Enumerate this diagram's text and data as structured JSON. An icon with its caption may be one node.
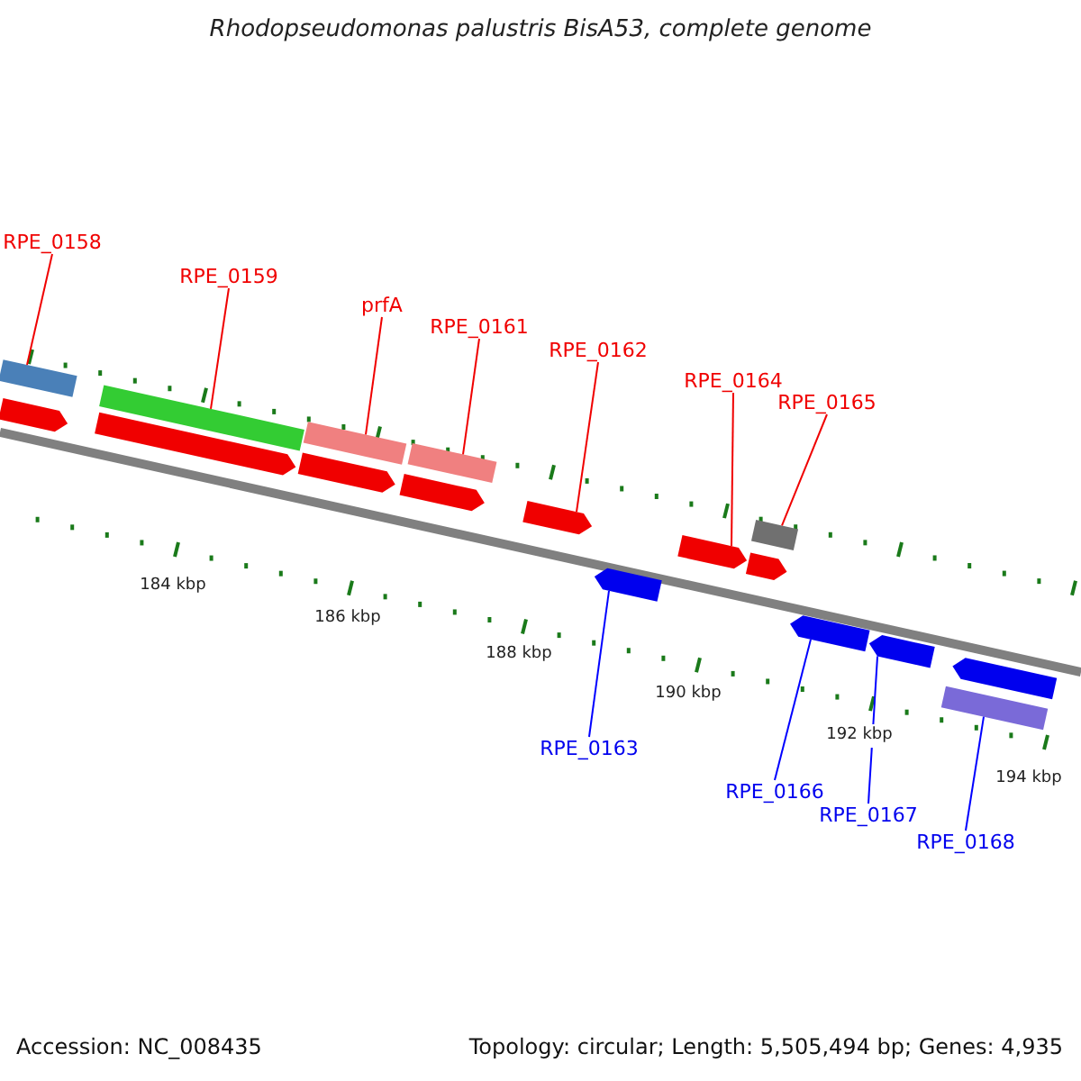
{
  "diagram": {
    "title": "Rhodopseudomonas palustris BisA53, complete genome",
    "nodes": [
      {
        "text": [
          "RPE_0158"
        ]
      },
      {
        "text": [
          "RPE_0159"
        ]
      },
      {
        "text": [
          "prfA"
        ]
      },
      {
        "text": [
          "RPE_0161"
        ]
      },
      {
        "text": [
          "RPE_0162"
        ]
      },
      {
        "text": [
          "RPE_0164"
        ]
      },
      {
        "text": [
          "RPE_0165"
        ]
      },
      {
        "text": [
          "RPE_0163"
        ]
      },
      {
        "text": [
          "RPE_0166"
        ]
      },
      {
        "text": [
          "RPE_0167"
        ]
      },
      {
        "text": [
          "RPE_0168"
        ]
      },
      {
        "text": [],
        "shape": "bar"
      },
      {
        "text": [],
        "shape": "bar"
      },
      {
        "text": [],
        "shape": "bar"
      },
      {
        "text": [],
        "shape": "bar"
      },
      {
        "text": [],
        "shape": "pentagon"
      },
      {
        "text": [],
        "shape": "pentagon"
      },
      {
        "text": [],
        "shape": "pentagon"
      },
      {
        "text": [],
        "shape": "pentagon"
      },
      {
        "text": [],
        "shape": "pentagon"
      },
      {
        "text": [],
        "shape": "pentagon"
      },
      {
        "text": [],
        "shape": "pentagon"
      },
      {
        "text": [],
        "shape": "bar"
      },
      {
        "text": [],
        "shape": "pentagon"
      },
      {
        "text": [],
        "shape": "pentagon"
      },
      {
        "text": [],
        "shape": "pentagon"
      },
      {
        "text": [],
        "shape": "pentagon"
      },
      {
        "text": [],
        "shape": "bar"
      }
    ],
    "edges": [
      {
        "from": 0,
        "to": 11,
        "arrow": "none"
      },
      {
        "from": 1,
        "to": 12,
        "arrow": "none"
      },
      {
        "from": 2,
        "to": 13,
        "arrow": "none"
      },
      {
        "from": 3,
        "to": 14,
        "arrow": "none"
      },
      {
        "from": 4,
        "to": 19,
        "arrow": "none"
      },
      {
        "from": 5,
        "to": 20,
        "arrow": "none"
      },
      {
        "from": 6,
        "to": 22,
        "arrow": "none"
      },
      {
        "from": 7,
        "to": 23,
        "arrow": "none",
        "color": "#0000ff"
      },
      {
        "from": 8,
        "to": 24,
        "arrow": "none",
        "color": "#0000ff"
      },
      {
        "from": 9,
        "to": 25,
        "arrow": "none",
        "color": "#0000ff"
      },
      {
        "from": 10,
        "to": 27,
        "arrow": "none",
        "color": "#0000ff"
      }
    ],
    "labels": [
      "184 kbp",
      "186 kbp",
      "188 kbp",
      "190 kbp",
      "192 kbp",
      "194 kbp",
      "Accession: NC_008435",
      "Topology: circular; Length: 5,505,494 bp; Genes: 4,935"
    ]
  }
}
